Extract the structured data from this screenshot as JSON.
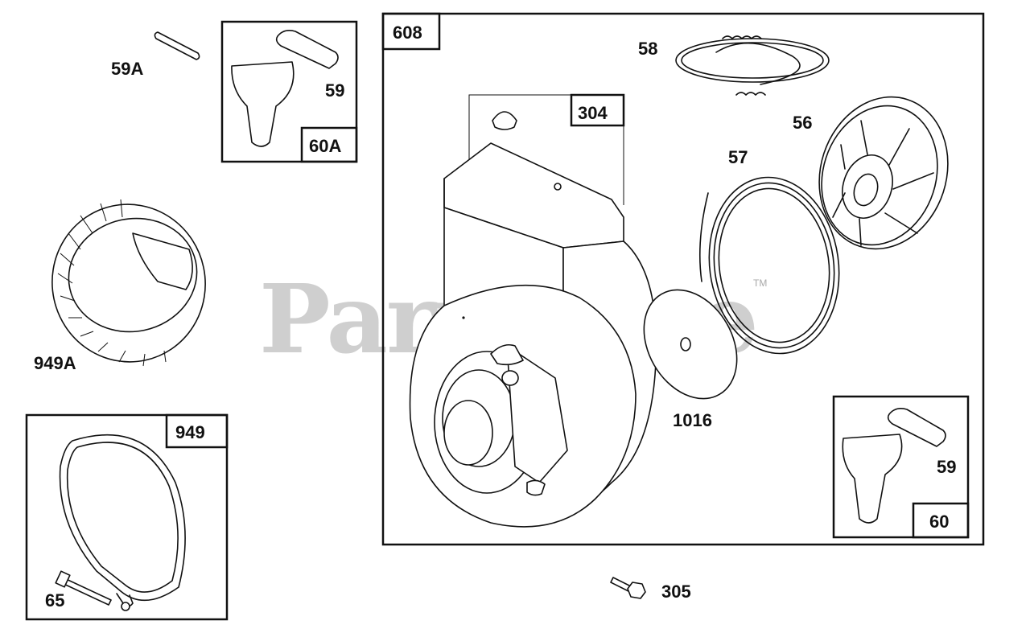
{
  "watermark": {
    "text": "PartsTree",
    "trademark": "TM"
  },
  "callouts": {
    "c608": "608",
    "c304": "304",
    "c58": "58",
    "c56": "56",
    "c57": "57",
    "c1016": "1016",
    "c59_right": "59",
    "c60": "60",
    "c59A": "59A",
    "c59_left": "59",
    "c60A": "60A",
    "c949A": "949A",
    "c949": "949",
    "c65": "65",
    "c305": "305"
  }
}
